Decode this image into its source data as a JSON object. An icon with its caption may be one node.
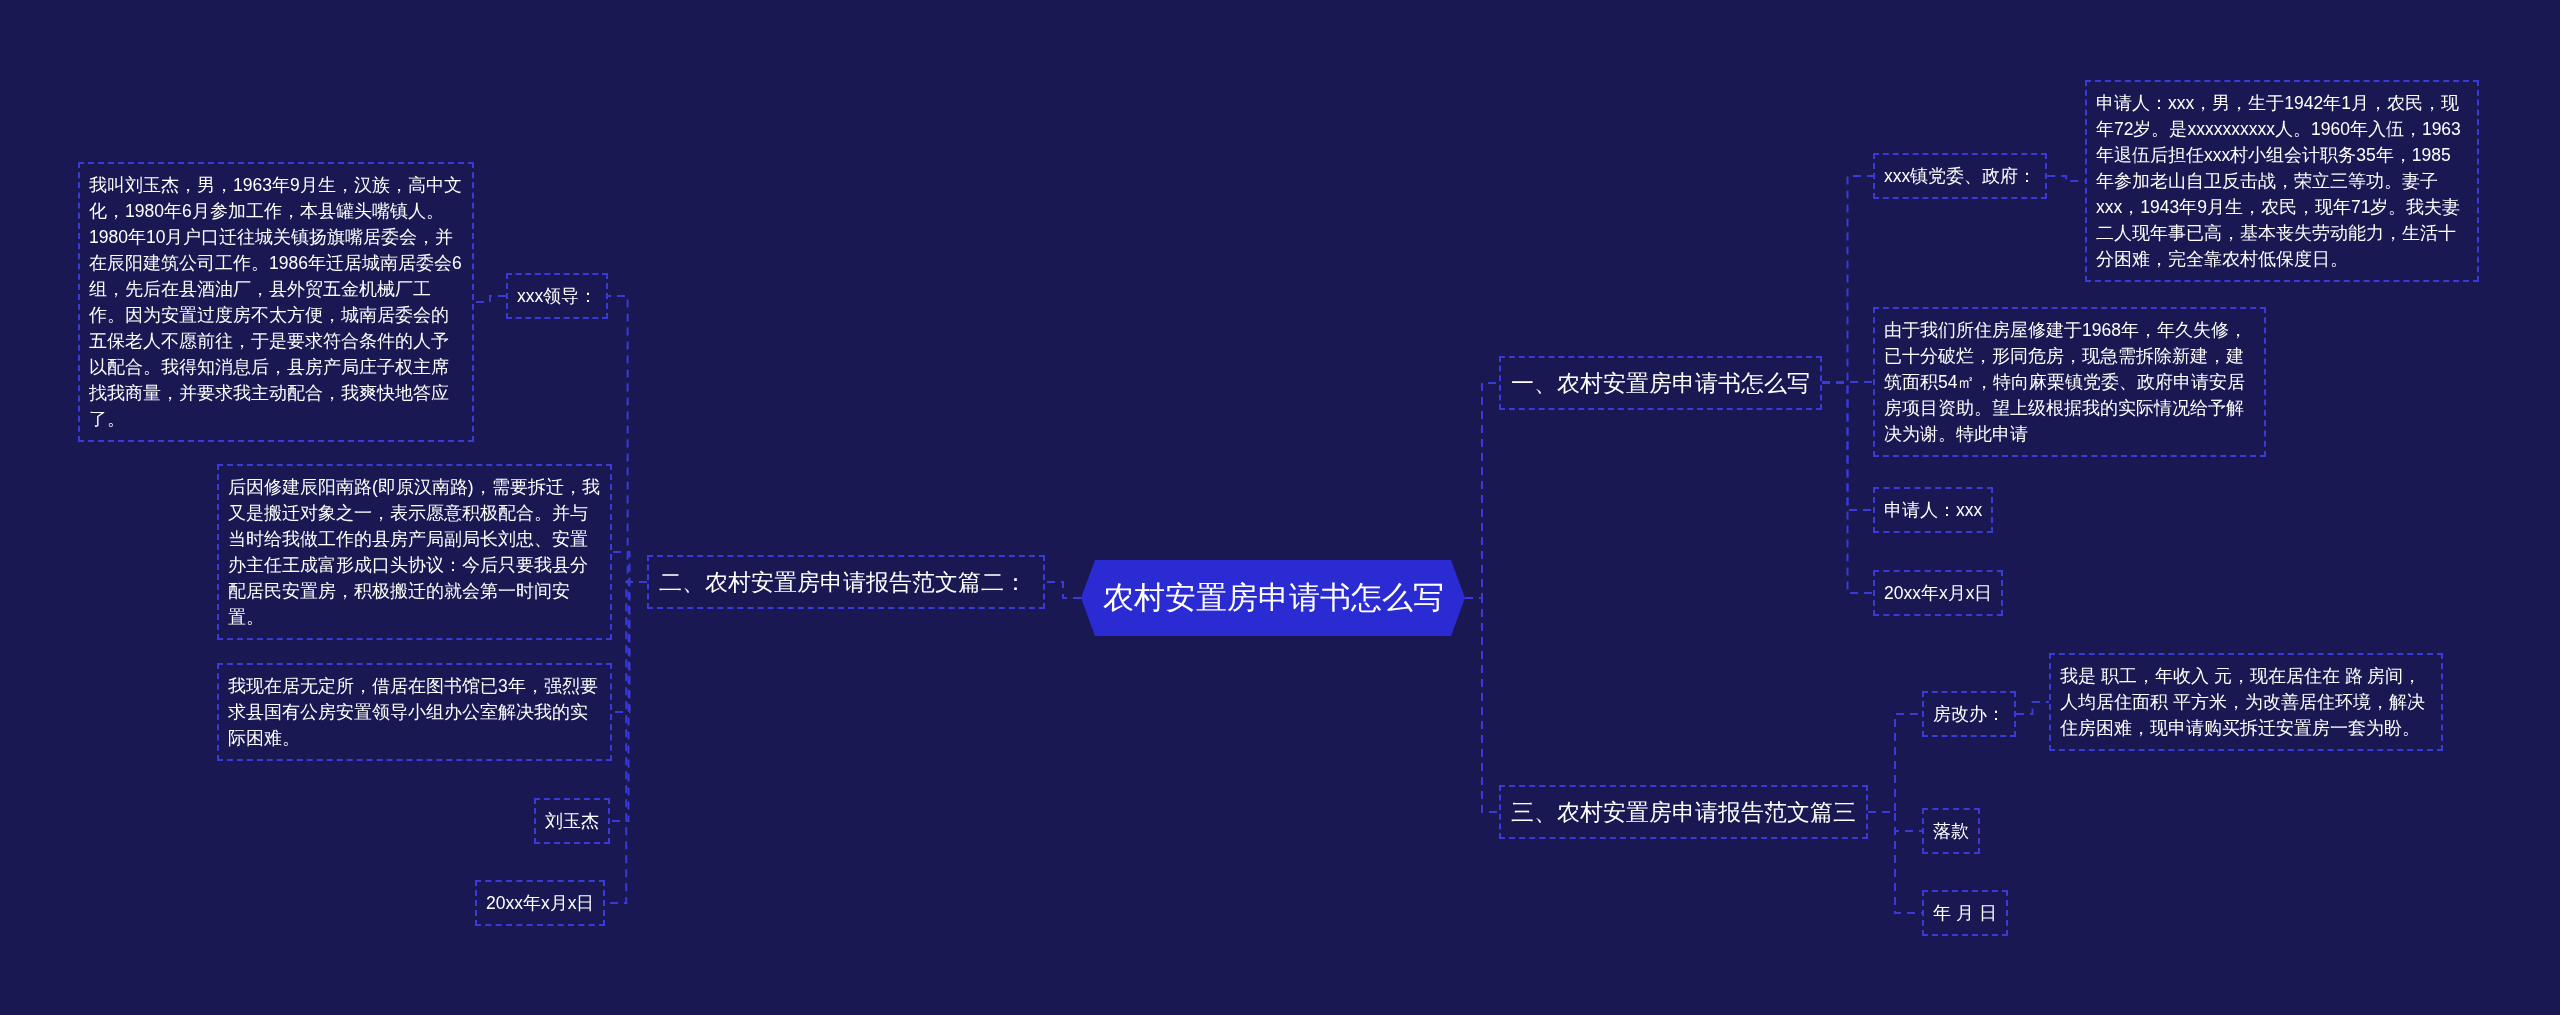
{
  "diagram": {
    "nodes": [
      {
        "text": [
          "农村安置房申请书怎么写"
        ]
      },
      {
        "text": [
          "一、农村安置房申请书怎么写"
        ]
      },
      {
        "text": [
          "xxx镇党委、政府："
        ]
      },
      {
        "text": [
          "申请人：xxx，男，生于1942年1月，农民，现年72岁。是xxxxxxxxxx人。1960年入伍，1963年退伍后担任xxx村小组会计职务35年，1985年参加老山自卫反击战，荣立三等功。妻子xxx，1943年9月生，农民，现年71岁。我夫妻二人现年事已高，基本丧失劳动能力，生活十分困难，完全靠农村低保度日。"
        ]
      },
      {
        "text": [
          "由于我们所住房屋修建于1968年，年久失修，已十分破烂，形同危房，现急需拆除新建，建筑面积54㎡，特向麻栗镇党委、政府申请安居房项目资助。望上级根据我的实际情况给予解决为谢。特此申请"
        ]
      },
      {
        "text": [
          "申请人：xxx"
        ]
      },
      {
        "text": [
          "20xx年x月x日"
        ]
      },
      {
        "text": [
          "三、农村安置房申请报告范文篇三"
        ]
      },
      {
        "text": [
          "房改办："
        ]
      },
      {
        "text": [
          "我是 职工，年收入 元，现在居住在 路 房间，人均居住面积 平方米，为改善居住环境，解决住房困难，现申请购买拆迁安置房一套为盼。"
        ]
      },
      {
        "text": [
          "落款"
        ]
      },
      {
        "text": [
          "年 月 日"
        ]
      },
      {
        "text": [
          "二、农村安置房申请报告范文篇二："
        ]
      },
      {
        "text": [
          "xxx领导："
        ]
      },
      {
        "text": [
          "我叫刘玉杰，男，1963年9月生，汉族，高中文化，1980年6月参加工作，本县罐头嘴镇人。1980年10月户口迁往城关镇扬旗嘴居委会，并在辰阳建筑公司工作。1986年迁居城南居委会6组，先后在县酒油厂，县外贸五金机械厂工作。因为安置过度房不太方便，城南居委会的五保老人不愿前往，于是要求符合条件的人予以配合。我得知消息后，县房产局庄子权主席找我商量，并要求我主动配合，我爽快地答应了。"
        ]
      },
      {
        "text": [
          "后因修建辰阳南路(即原汉南路)，需要拆迁，我又是搬迁对象之一，表示愿意积极配合。并与当时给我做工作的县房产局副局长刘忠、安置办主任王成富形成口头协议：今后只要我县分配居民安置房，积极搬迁的就会第一时间安置。"
        ]
      },
      {
        "text": [
          "我现在居无定所，借居在图书馆已3年，强烈要求县国有公房安置领导小组办公室解决我的实际困难。"
        ]
      },
      {
        "text": [
          "刘玉杰"
        ]
      },
      {
        "text": [
          "20xx年x月x日"
        ]
      }
    ],
    "edges": [
      {
        "from": 0,
        "to": 1,
        "arrow": "none"
      },
      {
        "from": 1,
        "to": 2,
        "arrow": "none"
      },
      {
        "from": 2,
        "to": 3,
        "arrow": "none"
      },
      {
        "from": 1,
        "to": 4,
        "arrow": "none"
      },
      {
        "from": 1,
        "to": 5,
        "arrow": "none"
      },
      {
        "from": 1,
        "to": 6,
        "arrow": "none"
      },
      {
        "from": 0,
        "to": 7,
        "arrow": "none"
      },
      {
        "from": 7,
        "to": 8,
        "arrow": "none"
      },
      {
        "from": 8,
        "to": 9,
        "arrow": "none"
      },
      {
        "from": 7,
        "to": 10,
        "arrow": "none"
      },
      {
        "from": 7,
        "to": 11,
        "arrow": "none"
      },
      {
        "from": 0,
        "to": 12,
        "arrow": "none"
      },
      {
        "from": 12,
        "to": 13,
        "arrow": "none"
      },
      {
        "from": 13,
        "to": 14,
        "arrow": "none"
      },
      {
        "from": 12,
        "to": 15,
        "arrow": "none"
      },
      {
        "from": 12,
        "to": 16,
        "arrow": "none"
      },
      {
        "from": 12,
        "to": 17,
        "arrow": "none"
      },
      {
        "from": 12,
        "to": 18,
        "arrow": "none"
      }
    ]
  }
}
